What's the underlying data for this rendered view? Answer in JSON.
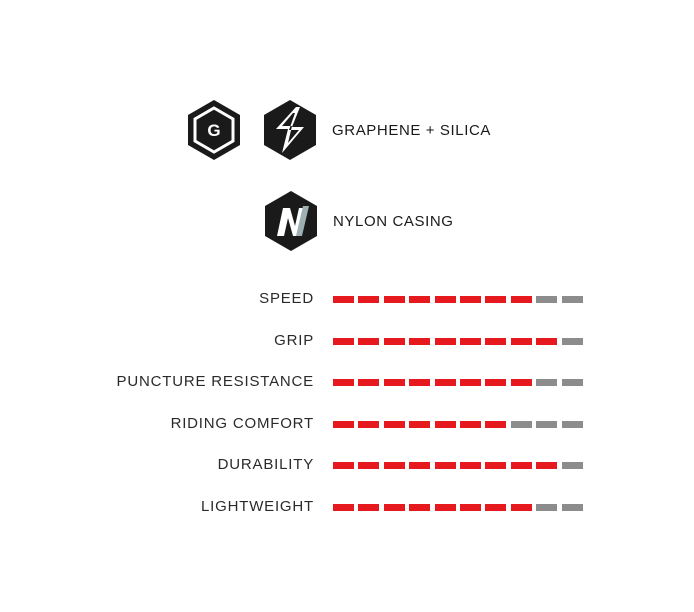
{
  "technologies": [
    {
      "key": "graphene-silica",
      "label": "GRAPHENE + SILICA",
      "icons": [
        "graphene-g-icon",
        "silica-bolt-icon"
      ]
    },
    {
      "key": "nylon",
      "label": "NYLON CASING",
      "icons": [
        "nylon-n-icon"
      ]
    }
  ],
  "colors": {
    "icon_black": "#1a1a1a",
    "nylon_stripe": "#9fb0b2",
    "bar_active": "#e6191e",
    "bar_inactive": "#8c8c8c"
  },
  "rating_scale": 10,
  "ratings": [
    {
      "label": "SPEED",
      "value": 8
    },
    {
      "label": "GRIP",
      "value": 9
    },
    {
      "label": "PUNCTURE RESISTANCE",
      "value": 8
    },
    {
      "label": "RIDING COMFORT",
      "value": 7
    },
    {
      "label": "DURABILITY",
      "value": 9
    },
    {
      "label": "LIGHTWEIGHT",
      "value": 8
    }
  ]
}
